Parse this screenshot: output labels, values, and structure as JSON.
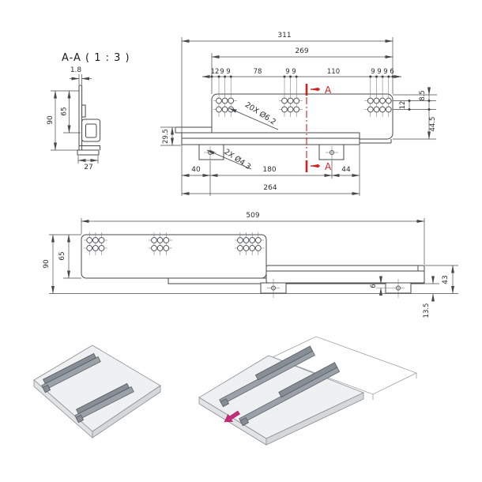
{
  "drawing": {
    "section_view": {
      "title": "A-A ( 1 : 3 )",
      "thickness": "1.8",
      "outer_height": "90",
      "inner_height": "65",
      "bottom_width": "27"
    },
    "closed_view": {
      "overall_length": "311",
      "hole_span": "269",
      "pitches": [
        "12",
        "9",
        "9",
        "78",
        "9",
        "9",
        "110",
        "9",
        "9",
        "9",
        "6"
      ],
      "holes_label": "20X Ø6.2",
      "bracket_holes_label": "2X Ø4.3",
      "rail_height": "29.5",
      "bottom_40": "40",
      "bottom_180": "180",
      "bottom_44": "44",
      "bottom_total": "264",
      "right_top": "8.5",
      "right_pitch": "12",
      "right_bottom": "44.5",
      "section_letter": "A"
    },
    "extended_view": {
      "overall_length": "509",
      "outer_height": "90",
      "inner_height": "65",
      "right_height": "43",
      "bracket_offset": "6",
      "bottom_clearance": "13.5"
    },
    "colors": {
      "line": "#45494e",
      "section_mark": "#cc2222",
      "pull_arrow": "#c52b78",
      "panel_fill": "#eef0f2",
      "slide_fill": "#9aa1a8"
    }
  }
}
